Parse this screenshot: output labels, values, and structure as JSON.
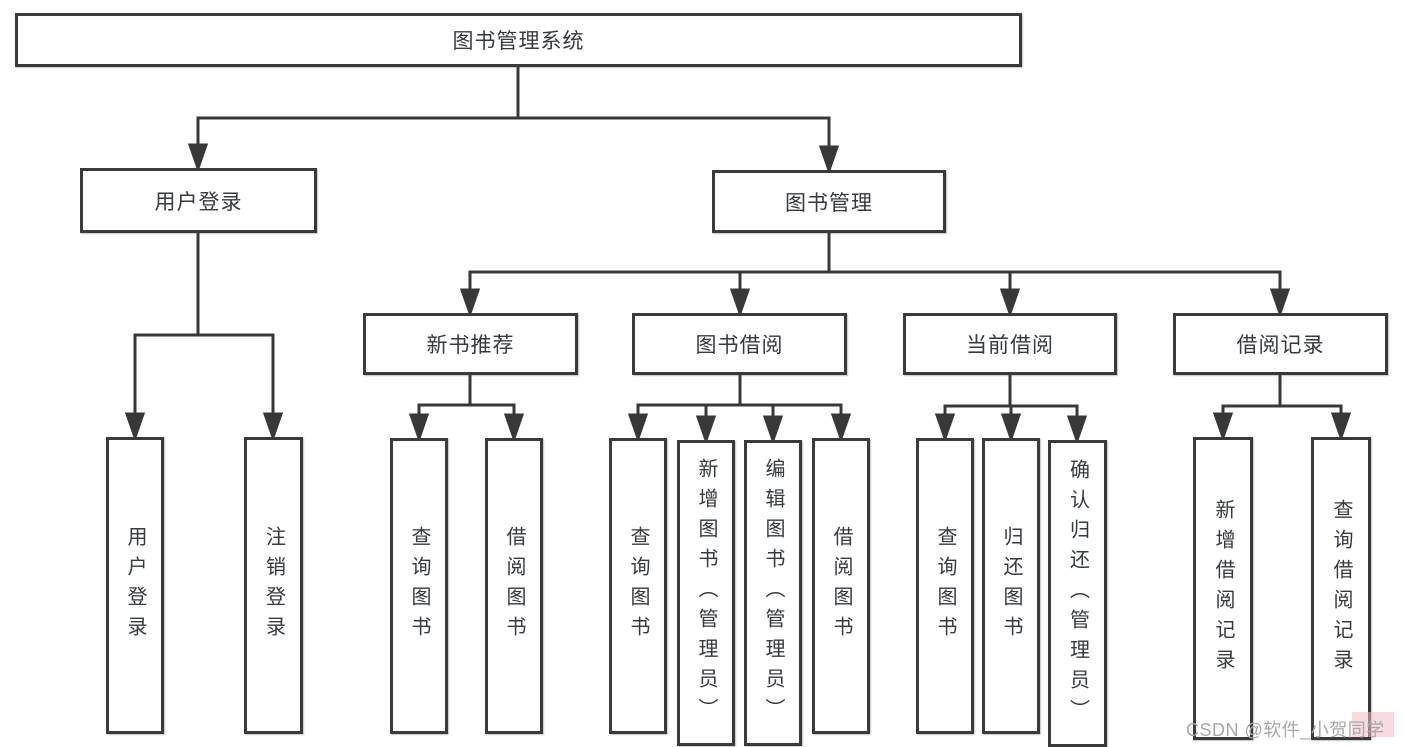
{
  "diagram": {
    "root": "图书管理系统",
    "branches": [
      {
        "label": "用户登录",
        "children": [
          "用户登录",
          "注销登录"
        ]
      },
      {
        "label": "图书管理",
        "groups": [
          {
            "label": "新书推荐",
            "children": [
              "查询图书",
              "借阅图书"
            ]
          },
          {
            "label": "图书借阅",
            "children": [
              "查询图书",
              "新增图书（管理员）",
              "编辑图书（管理员）",
              "借阅图书"
            ]
          },
          {
            "label": "当前借阅",
            "children": [
              "查询图书",
              "归还图书",
              "确认归还（管理员）"
            ]
          },
          {
            "label": "借阅记录",
            "children": [
              "新增借阅记录",
              "查询借阅记录"
            ]
          }
        ]
      }
    ]
  },
  "watermark": "CSDN @软件_小贺同学",
  "colors": {
    "line": "#383838",
    "box_border": "#3a3a3a",
    "text": "#36393e",
    "watermark": "#a8a8a8",
    "watermark_highlight": "#f3bcc9",
    "background": "#ffffff"
  }
}
